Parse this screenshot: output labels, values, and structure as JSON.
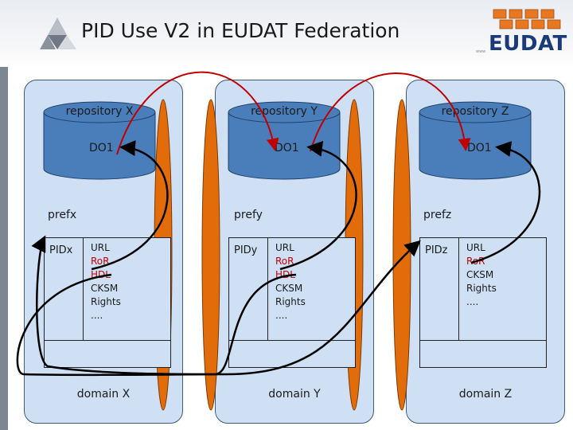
{
  "header": {
    "title": "PID Use V2 in EUDAT Federation",
    "logo_text": "EUDAT",
    "logo_small": "www"
  },
  "domains": [
    {
      "repository": "repository X",
      "object": "DO1",
      "prefix": "prefx",
      "pid": "PIDx",
      "fields": [
        "URL",
        "RoR",
        "HDL",
        "CKSM",
        "Rights",
        "...."
      ],
      "domain": "domain X"
    },
    {
      "repository": "repository Y",
      "object": "DO1",
      "prefix": "prefy",
      "pid": "PIDy",
      "fields": [
        "URL",
        "RoR",
        "HDL",
        "CKSM",
        "Rights",
        "...."
      ],
      "domain": "domain Y"
    },
    {
      "repository": "repository Z",
      "object": "DO1",
      "prefix": "prefz",
      "pid": "PIDz",
      "fields": [
        "URL",
        "RoR",
        "CKSM",
        "Rights",
        "...."
      ],
      "domain": "domain Z"
    }
  ],
  "colors": {
    "database": "#4a7ebb",
    "connector": "#e36c0a",
    "domain": "#cfe0f5",
    "replication": "#c00000"
  }
}
